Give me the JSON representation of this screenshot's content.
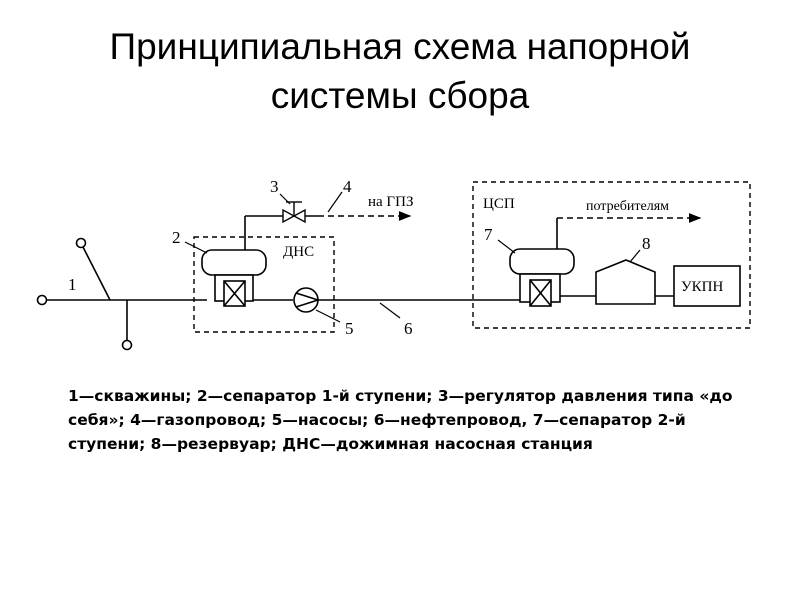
{
  "title": {
    "line1": "Принципиальная схема напорной",
    "line2": "системы сбора"
  },
  "diagram": {
    "labels": {
      "n1": "1",
      "n2": "2",
      "n3": "3",
      "n4": "4",
      "n5": "5",
      "n6": "6",
      "n7": "7",
      "n8": "8",
      "na_gpz": "на ГПЗ",
      "dns": "ДНС",
      "csp": "ЦСП",
      "potrebitelyam": "потребителям",
      "ukpn": "УКПН"
    }
  },
  "legend": {
    "text": "1—скважины; 2—сепаратор 1-й ступени; 3—регулятор давления типа «до себя»; 4—газопровод; 5—насосы; 6—нефтепровод, 7—сепаратор 2-й ступени; 8—резервуар; ДНС—дожимная насосная станция"
  }
}
